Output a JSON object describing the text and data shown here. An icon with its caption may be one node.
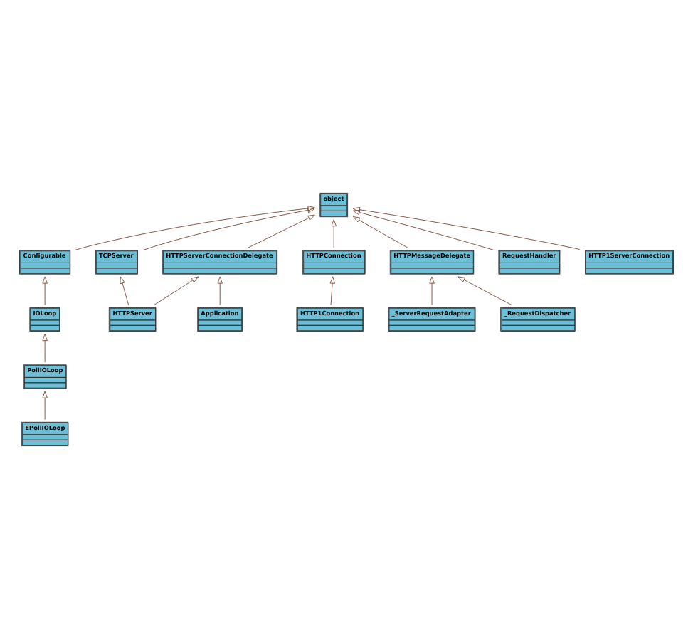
{
  "diagram": {
    "nodes": [
      {
        "text": [
          "object"
        ]
      },
      {
        "text": [
          "Configurable"
        ]
      },
      {
        "text": [
          "IOLoop"
        ]
      },
      {
        "text": [
          "PollIOLoop"
        ]
      },
      {
        "text": [
          "EPollIOLoop"
        ]
      },
      {
        "text": [
          "TCPServer"
        ]
      },
      {
        "text": [
          "HTTPServerConnectionDelegate"
        ]
      },
      {
        "text": [
          "HTTPServer"
        ]
      },
      {
        "text": [
          "Application"
        ]
      },
      {
        "text": [
          "HTTPConnection"
        ]
      },
      {
        "text": [
          "HTTP1Connection"
        ]
      },
      {
        "text": [
          "HTTPMessageDelegate"
        ]
      },
      {
        "text": [
          "_ServerRequestAdapter"
        ]
      },
      {
        "text": [
          "_RequestDispatcher"
        ]
      },
      {
        "text": [
          "RequestHandler"
        ]
      },
      {
        "text": [
          "HTTP1ServerConnection"
        ]
      }
    ],
    "edges": [
      {
        "from": 1,
        "to": 0,
        "arrow": "to"
      },
      {
        "from": 2,
        "to": 1,
        "arrow": "to"
      },
      {
        "from": 3,
        "to": 2,
        "arrow": "to"
      },
      {
        "from": 4,
        "to": 3,
        "arrow": "to"
      },
      {
        "from": 5,
        "to": 0,
        "arrow": "to"
      },
      {
        "from": 6,
        "to": 0,
        "arrow": "to"
      },
      {
        "from": 7,
        "to": 5,
        "arrow": "to"
      },
      {
        "from": 7,
        "to": 6,
        "arrow": "to"
      },
      {
        "from": 8,
        "to": 6,
        "arrow": "to"
      },
      {
        "from": 9,
        "to": 0,
        "arrow": "to"
      },
      {
        "from": 10,
        "to": 9,
        "arrow": "to"
      },
      {
        "from": 11,
        "to": 0,
        "arrow": "to"
      },
      {
        "from": 12,
        "to": 11,
        "arrow": "to"
      },
      {
        "from": 13,
        "to": 11,
        "arrow": "to"
      },
      {
        "from": 14,
        "to": 0,
        "arrow": "to"
      },
      {
        "from": 15,
        "to": 0,
        "arrow": "to"
      }
    ]
  }
}
